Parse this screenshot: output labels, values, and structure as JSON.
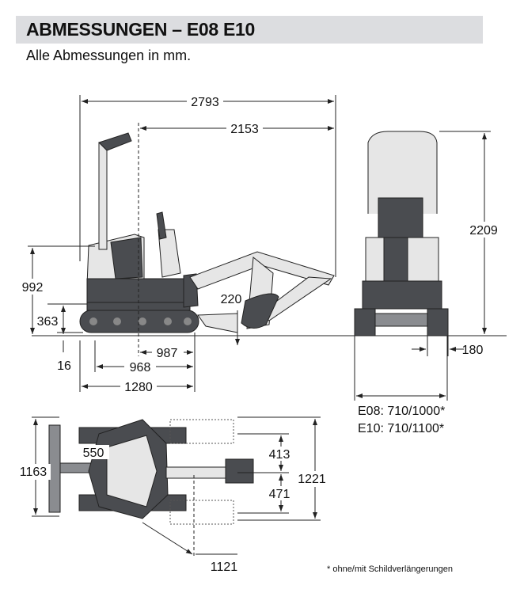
{
  "header": {
    "title": "ABMESSUNGEN – E08  E10",
    "subtitle": "Alle Abmessungen in mm."
  },
  "side_view": {
    "overall_length": "2793",
    "length_from_center": "2153",
    "height_upper": "992",
    "height_blade": "363",
    "ground_clearance": "16",
    "dig_depth_blade": "220",
    "center_to_track_end": "987",
    "track_ground_contact": "968",
    "track_length": "1280"
  },
  "front_view": {
    "height": "2209",
    "track_width": "180",
    "width_e08": "E08: 710/1000*",
    "width_e10": "E10: 710/1100*"
  },
  "top_view": {
    "blade_width": "1163",
    "blade_offset": "550",
    "boom_swing_left": "413",
    "boom_swing_right": "471",
    "width_total": "1221",
    "tail_radius": "1121"
  },
  "footnote": "* ohne/mit Schildverlängerungen"
}
